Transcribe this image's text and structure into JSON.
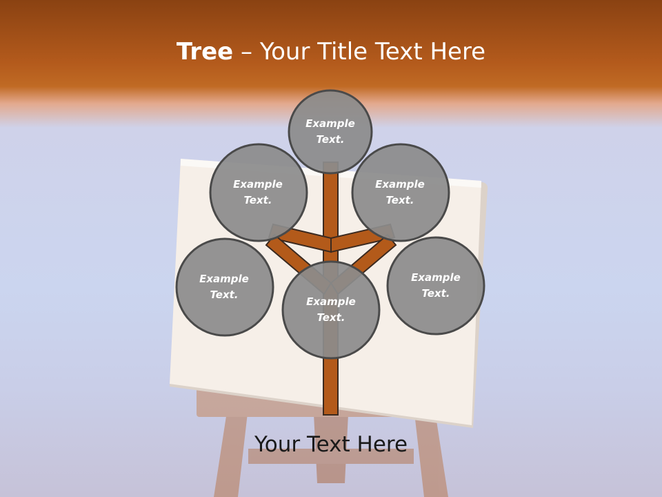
{
  "slide": {
    "title_bold": "Tree",
    "title_rest": " – Your Title Text Here",
    "caption": "Your Text Here"
  },
  "nodes": [
    {
      "line1": "Example",
      "line2": "Text."
    },
    {
      "line1": "Example",
      "line2": "Text."
    },
    {
      "line1": "Example",
      "line2": "Text."
    },
    {
      "line1": "Example",
      "line2": "Text."
    },
    {
      "line1": "Example",
      "line2": "Text."
    },
    {
      "line1": "Example",
      "line2": "Text."
    }
  ],
  "colors": {
    "header_orange": "#c06a24",
    "trunk": "#b35a1a",
    "node_fill": "#8c8c8c",
    "node_stroke": "#4a4a4a",
    "canvas": "#f6efe8",
    "easel_wood": "#c07a45"
  }
}
